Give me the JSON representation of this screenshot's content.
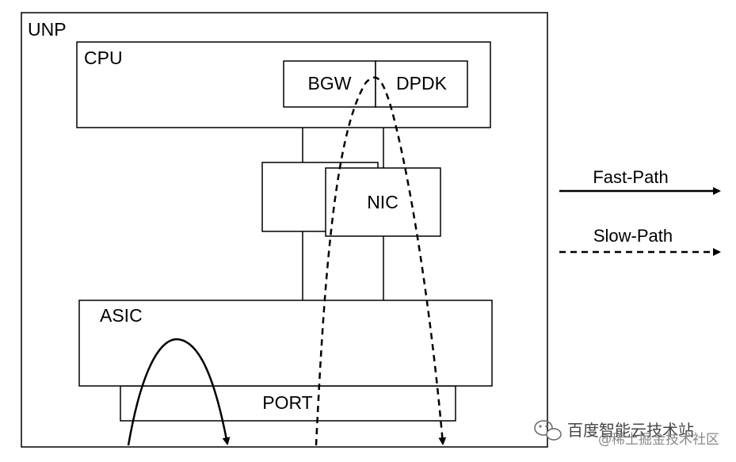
{
  "labels": {
    "unp": "UNP",
    "cpu": "CPU",
    "bgw": "BGW",
    "dpdk": "DPDK",
    "nic": "NIC",
    "asic": "ASIC",
    "port": "PORT"
  },
  "legend": {
    "fast_path": "Fast-Path",
    "slow_path": "Slow-Path"
  },
  "watermark": {
    "text": "百度智能云技术站",
    "sub": "@稀土掘金技术社区",
    "icon": "wechat-icon"
  }
}
